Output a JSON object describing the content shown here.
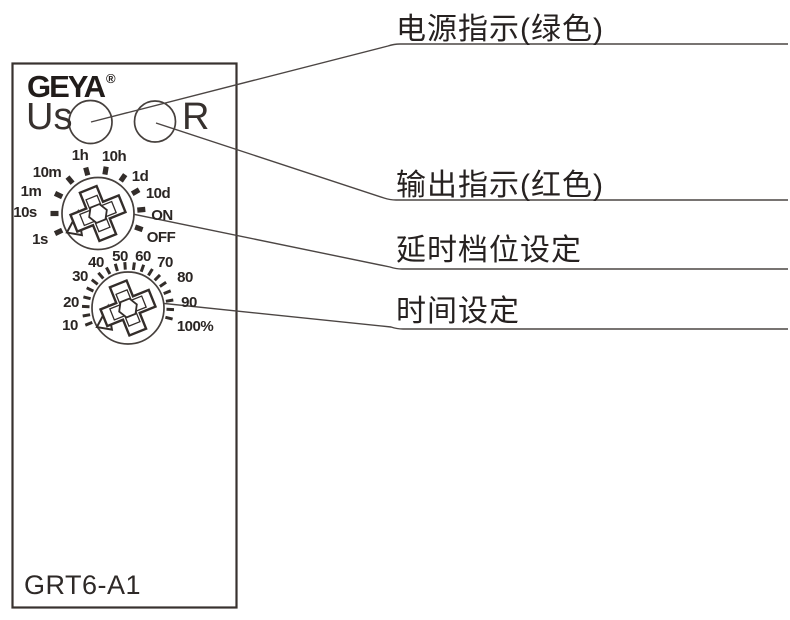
{
  "colors": {
    "ink": "#2a2523",
    "line": "#4c4644",
    "background": "#ffffff"
  },
  "panel": {
    "brand": "GEYA",
    "registered_mark": "®",
    "model": "GRT6-A1",
    "power_led_label": "Us",
    "output_led_label": "R",
    "range_dial_labels": [
      "1s",
      "10s",
      "1m",
      "10m",
      "1h",
      "10h",
      "1d",
      "10d",
      "ON",
      "OFF"
    ],
    "time_dial_labels": [
      "10",
      "20",
      "30",
      "40",
      "50",
      "60",
      "70",
      "80",
      "90",
      "100%"
    ]
  },
  "callouts": {
    "power": "电源指示(绿色)",
    "output": "输出指示(红色)",
    "range": "延时档位设定",
    "time": "时间设定"
  }
}
